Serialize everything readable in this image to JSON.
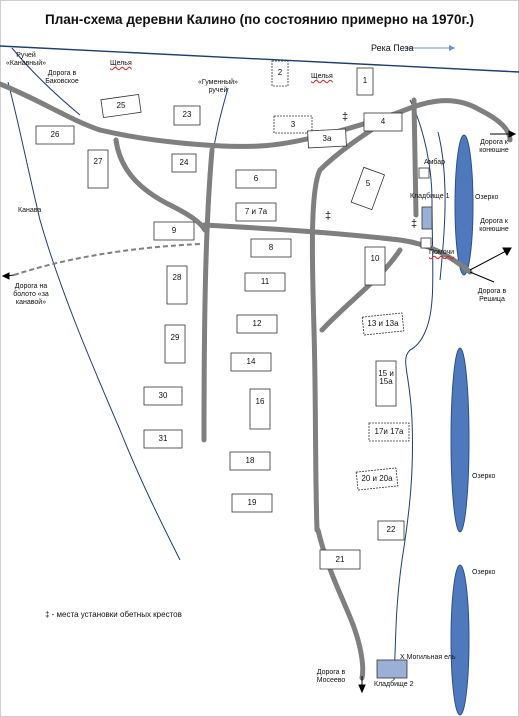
{
  "title": "План-схема деревни Калино (по состоянию примерно на 1970г.)",
  "river": "Река Пеза",
  "streams": {
    "kanavny": "Ручей «Канавный»",
    "gumenny": "«Гуменный» ручей",
    "kanava": "Канава"
  },
  "places": {
    "shelya_1": "Щелья",
    "shelya_2": "Щелья",
    "pomochi": "Помочи",
    "ambar": "Амбар",
    "cemetery_1": "Кладбище 1",
    "cemetery_2": "Кладбище 2",
    "grave": "Х Могильная ель"
  },
  "lakes": [
    "Озерко",
    "Озерко",
    "Озерко"
  ],
  "roads": {
    "bakovskoe": "Дорога в Баковское",
    "konyushne_1": "Дорога к конюшне",
    "konyushne_2": "Дорога к конюшне",
    "boloto": "Дорога на болото «за канавой»",
    "reshitsa": "Дорога в Решица",
    "moseevo": "Дорога в Мосеево"
  },
  "houses": [
    "1",
    "2",
    "3",
    "3а",
    "4",
    "5",
    "6",
    "7 и 7а",
    "8",
    "9",
    "10",
    "11",
    "12",
    "13 и 13а",
    "14",
    "15 и 15а",
    "16",
    "17и 17а",
    "18",
    "19",
    "20 и 20а",
    "21",
    "22",
    "23",
    "24",
    "25",
    "26",
    "27",
    "28",
    "29",
    "30",
    "31"
  ],
  "legend": "‡ - места установки обетных крестов"
}
